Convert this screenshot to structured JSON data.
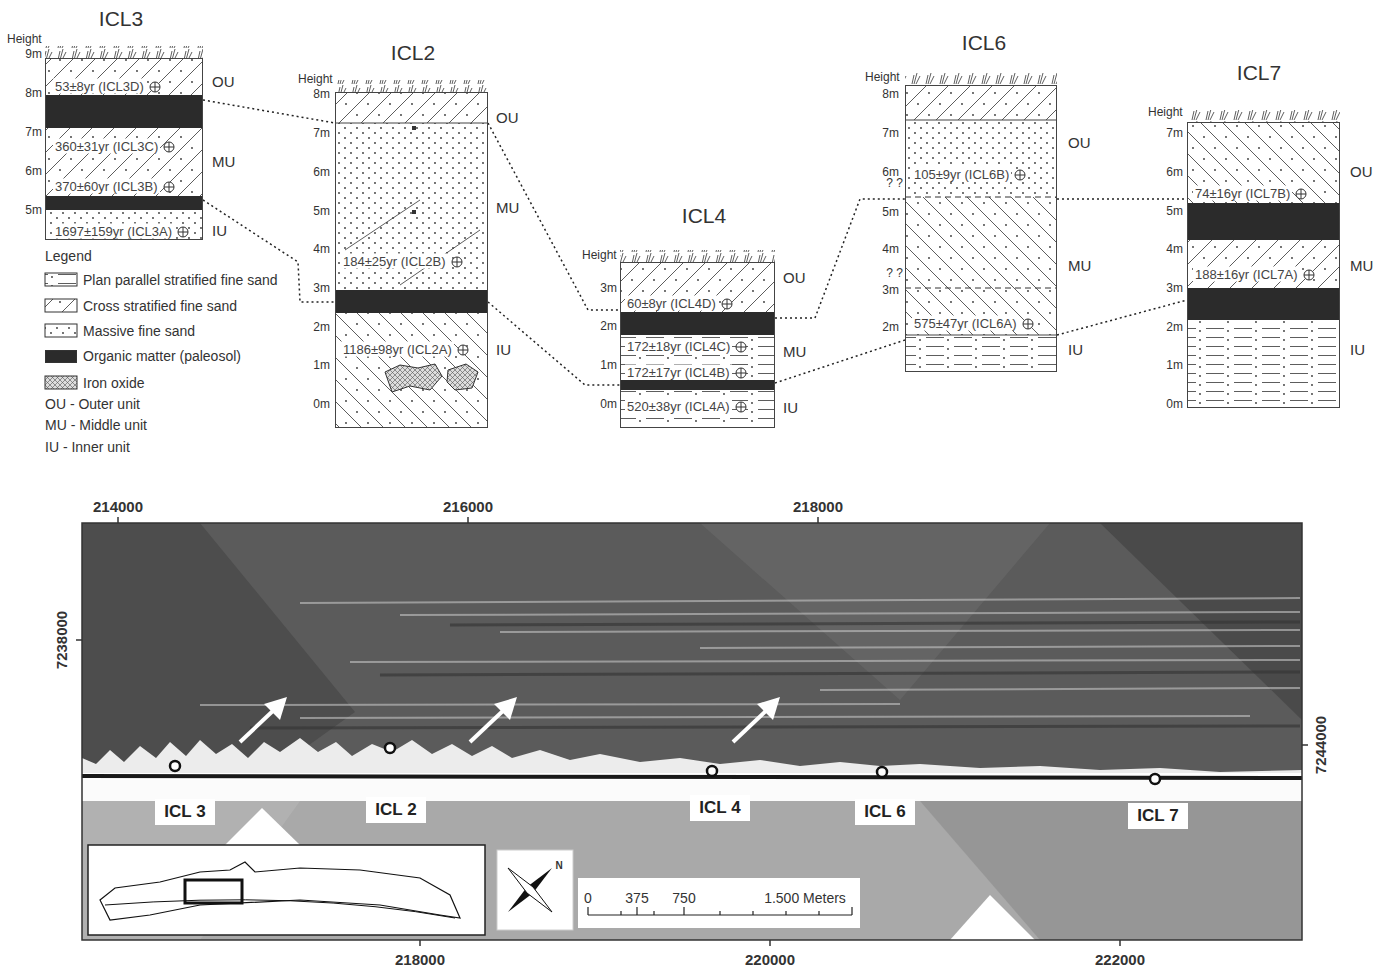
{
  "diagram": {
    "nodes": [
      {
        "text": [
          "ICL3",
          "53±8yr (ICL3D)",
          "360±31yr (ICL3C)",
          "370±60yr (ICL3B)",
          "1697±159yr (ICL3A)"
        ]
      },
      {
        "text": [
          "ICL2",
          "184±25yr (ICL2B)",
          "1186±98yr (ICL2A)"
        ]
      },
      {
        "text": [
          "ICL4",
          "60±8yr (ICL4D)",
          "172±18yr (ICL4C)",
          "172±17yr (ICL4B)",
          "520±38yr (ICL4A)"
        ]
      },
      {
        "text": [
          "ICL6",
          "105±9yr (ICL6B)",
          "575±47yr (ICL6A)"
        ]
      },
      {
        "text": [
          "ICL7",
          "74±16yr (ICL7B)",
          "188±16yr (ICL7A)"
        ]
      },
      {
        "text": [
          "ICL 3"
        ]
      },
      {
        "text": [
          "ICL 2"
        ]
      },
      {
        "text": [
          "ICL 4"
        ]
      },
      {
        "text": [
          "ICL 6"
        ]
      },
      {
        "text": [
          "ICL 7"
        ]
      }
    ],
    "edges": [
      {
        "from": 0,
        "to": 1,
        "arrow": "none"
      },
      {
        "from": 0,
        "to": 1,
        "arrow": "none"
      },
      {
        "from": 1,
        "to": 2,
        "arrow": "none"
      },
      {
        "from": 1,
        "to": 2,
        "arrow": "none"
      },
      {
        "from": 2,
        "to": 3,
        "arrow": "none"
      },
      {
        "from": 2,
        "to": 3,
        "arrow": "none"
      },
      {
        "from": 3,
        "to": 4,
        "arrow": "none"
      },
      {
        "from": 3,
        "to": 4,
        "arrow": "none"
      }
    ],
    "labels": [
      "Height",
      "9m",
      "8m",
      "7m",
      "6m",
      "5m",
      "OU",
      "MU",
      "IU",
      "Height",
      "8m",
      "7m",
      "6m",
      "5m",
      "4m",
      "3m",
      "2m",
      "1m",
      "0m",
      "OU",
      "MU",
      "IU",
      "Height",
      "3m",
      "2m",
      "1m",
      "0m",
      "OU",
      "MU",
      "IU",
      "Height",
      "8m",
      "7m",
      "6m",
      "5m",
      "4m",
      "3m",
      "2m",
      "? ?",
      "? ?",
      "OU",
      "MU",
      "IU",
      "Height",
      "7m",
      "6m",
      "5m",
      "4m",
      "3m",
      "2m",
      "1m",
      "0m",
      "OU",
      "MU",
      "IU",
      "Legend",
      "214000",
      "216000",
      "218000",
      "218000",
      "220000",
      "222000",
      "7238000",
      "7244000",
      "0",
      "375",
      "750",
      "1.500 Meters",
      "N"
    ],
    "legend": [
      {
        "text": "Plan parallel stratified fine sand"
      },
      {
        "text": "Cross stratified fine sand"
      },
      {
        "text": "Massive fine sand"
      },
      {
        "text": "Organic matter (paleosol)",
        "color": "#2b2b2b"
      },
      {
        "text": "Iron oxide"
      },
      {
        "text": "OU - Outer unit"
      },
      {
        "text": "MU - Middle unit"
      },
      {
        "text": "IU - Inner unit"
      }
    ]
  }
}
